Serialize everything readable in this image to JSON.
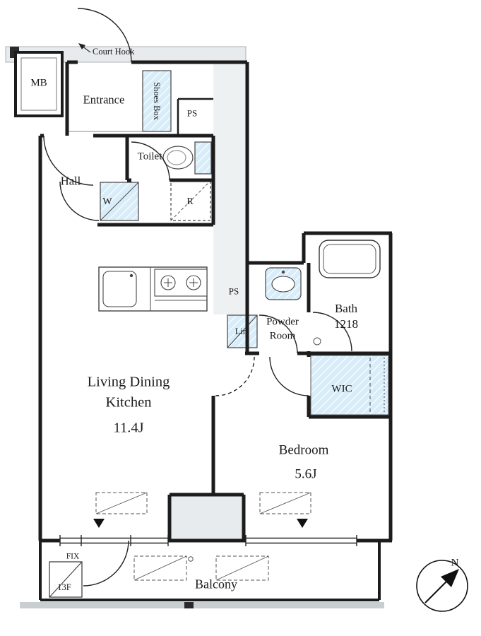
{
  "plan": {
    "mb": "MB",
    "court_hook": "Court Hook",
    "entrance": "Entrance",
    "shoes_box": "Shoes Box",
    "ps_upper": "PS",
    "toilet": "Toilet",
    "hall": "Hall",
    "washer": "W",
    "refrigerator": "R",
    "ps_lower": "PS",
    "linen": "Lin.",
    "powder_room": {
      "line1": "Powder",
      "line2": "Room"
    },
    "bath": {
      "name": "Bath",
      "size": "1218"
    },
    "wic": "WIC",
    "ldk": {
      "line1": "Living Dining",
      "line2": "Kitchen",
      "size": "11.4J"
    },
    "bedroom": {
      "name": "Bedroom",
      "size": "5.6J"
    },
    "balcony": "Balcony",
    "fix": "FIX",
    "floor": "13F",
    "compass_north": "N"
  },
  "colors": {
    "wall": "#1c1c1c",
    "fixture_blue": "#d9edf9",
    "shade_gray": "#e8ebed"
  }
}
